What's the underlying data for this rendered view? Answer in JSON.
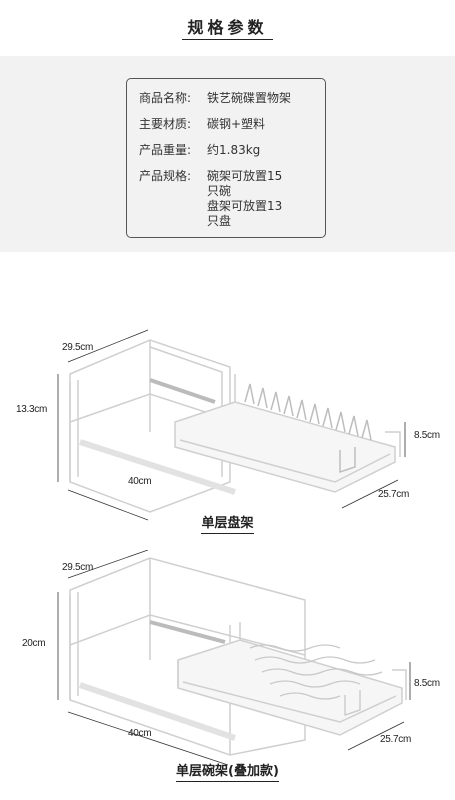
{
  "header": {
    "title": "规格参数"
  },
  "specs": [
    {
      "key": "商品名称:",
      "lines": [
        "铁艺碗碟置物架"
      ]
    },
    {
      "key": "主要材质:",
      "lines": [
        "碳钢+塑料"
      ]
    },
    {
      "key": "产品重量:",
      "lines": [
        "约1.83kg"
      ]
    },
    {
      "key": "产品规格:",
      "lines": [
        "碗架可放置15",
        "只碗",
        "盘架可放置13",
        "只盘"
      ]
    }
  ],
  "diagram1": {
    "width_top": "29.5cm",
    "height": "13.3cm",
    "length": "40cm",
    "inner_height": "8.5cm",
    "depth": "25.7cm",
    "caption": "单层盘架"
  },
  "diagram2": {
    "width_top": "29.5cm",
    "height": "20cm",
    "length": "40cm",
    "inner_height": "8.5cm",
    "depth": "25.7cm",
    "caption": "单层碗架(叠加款)"
  }
}
